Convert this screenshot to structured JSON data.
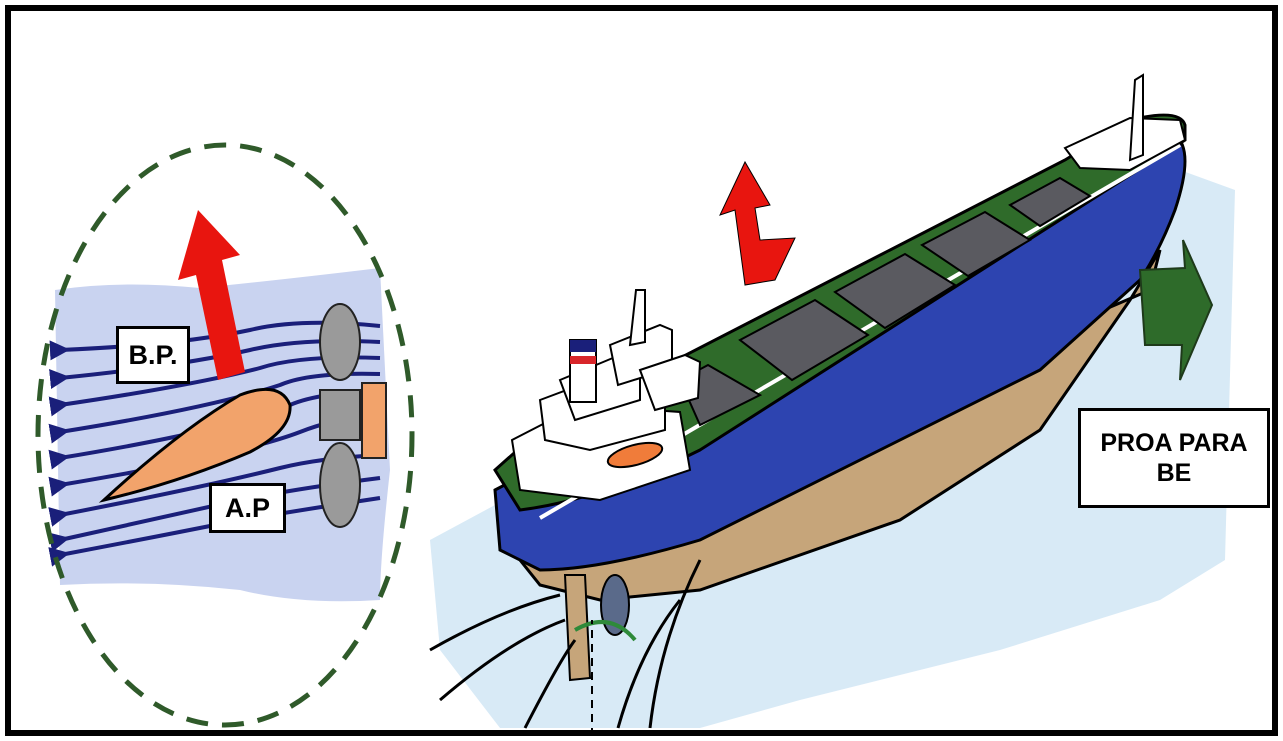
{
  "labels": {
    "low_pressure": "B.P.",
    "high_pressure": "A.P",
    "bow_to_starboard_line1": "PROA PARA",
    "bow_to_starboard_line2": "BE"
  },
  "colors": {
    "water_light": "#d8eaf6",
    "water_inset": "#c9d3f0",
    "flow_lines": "#1a1f7a",
    "rudder_foil": "#f2a36b",
    "thrust_arrow": "#e8150f",
    "bow_arrow": "#2e6b2a",
    "hull_blue": "#2d44b0",
    "deck_green": "#2f6b2a",
    "underwater_hull": "#c6a57a",
    "hatch_gray": "#5a5a60",
    "dashed_ellipse": "#2f5a2a"
  }
}
